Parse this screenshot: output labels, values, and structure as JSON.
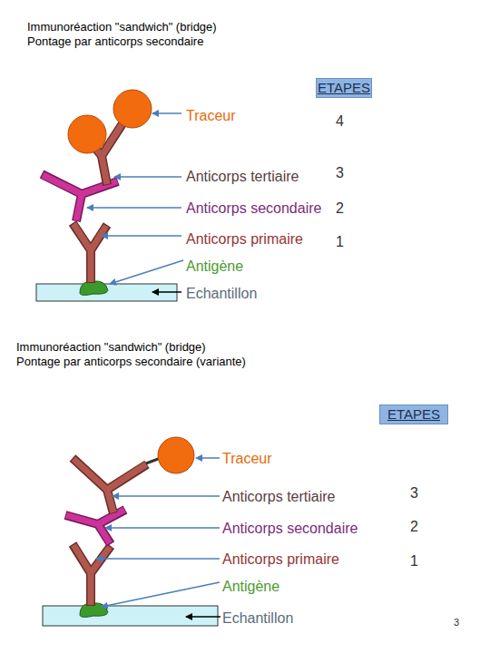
{
  "diagram": {
    "nodes": [
      {
        "text": [
          "ETAPES"
        ]
      },
      {
        "text": [
          "ETAPES"
        ]
      }
    ],
    "labels": [
      "Immunoréaction \"sandwich\" (bridge)",
      "Pontage par anticorps secondaire",
      "Traceur",
      "4",
      "Anticorps tertiaire",
      "3",
      "Anticorps secondaire",
      "2",
      "Anticorps primaire",
      "1",
      "Antigène",
      "Echantillon",
      "Immunoréaction \"sandwich\" (bridge)",
      "Pontage par anticorps secondaire (variante)",
      "Traceur",
      "Anticorps tertiaire",
      "3",
      "Anticorps secondaire",
      "2",
      "Anticorps primaire",
      "1",
      "Antigène",
      "Echantillon",
      "3"
    ]
  }
}
